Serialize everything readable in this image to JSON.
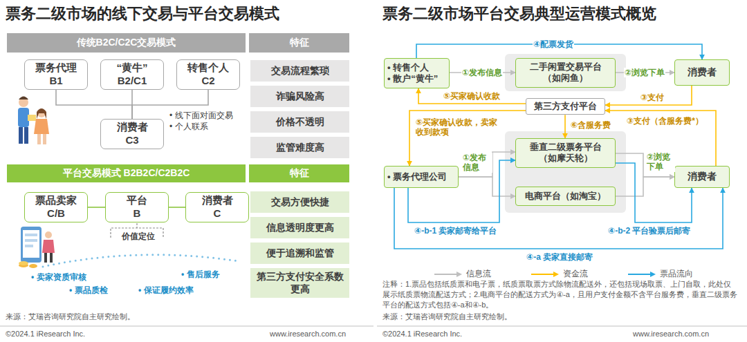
{
  "diagram": {
    "title": "票务二级市场的线下交易与平台交易模式",
    "nodes": [
      {
        "text": [
          "传统B2C/C2C交易模式"
        ]
      },
      {
        "text": [
          "特征"
        ]
      },
      {
        "text": [
          "票务代理",
          "B1"
        ]
      },
      {
        "text": [
          "“黄牛”",
          "B2/C1"
        ]
      },
      {
        "text": [
          "转售个人",
          "C2"
        ]
      },
      {
        "text": [
          "消费者",
          "C3"
        ]
      },
      {
        "text": [
          "交易流程繁琐"
        ]
      },
      {
        "text": [
          "诈骗风险高"
        ]
      },
      {
        "text": [
          "价格不透明"
        ]
      },
      {
        "text": [
          "监管难度高"
        ]
      },
      {
        "text": [
          "平台交易模式 B2B2C/C2B2C"
        ]
      },
      {
        "text": [
          "特征"
        ]
      },
      {
        "text": [
          "票品卖家",
          "C/B"
        ]
      },
      {
        "text": [
          "平台",
          "B"
        ]
      },
      {
        "text": [
          "消费者",
          "C"
        ]
      },
      {
        "text": [
          "交易方便快捷"
        ]
      },
      {
        "text": [
          "信息透明度更高"
        ]
      },
      {
        "text": [
          "便于追溯和监管"
        ]
      },
      {
        "text": [
          "第三方支付安全系数更高"
        ]
      },
      {
        "text": [
          "• 转售个人",
          "• 散户“黄牛”"
        ]
      },
      {
        "text": [
          "二手闲置交易平台（如闲鱼）"
        ]
      },
      {
        "text": [
          "消费者"
        ]
      },
      {
        "text": [
          "第三方支付平台"
        ]
      },
      {
        "text": [
          "• 票务代理公司"
        ]
      },
      {
        "text": [
          "垂直二级票务平台（如摩天轮）"
        ]
      },
      {
        "text": [
          "电商平台（如淘宝）"
        ]
      },
      {
        "text": [
          "消费者"
        ]
      }
    ],
    "edges": [
      {
        "from": 2,
        "to": 5,
        "arrow": "none"
      },
      {
        "from": 3,
        "to": 5,
        "arrow": "none"
      },
      {
        "from": 4,
        "to": 5,
        "arrow": "none"
      },
      {
        "from": 12,
        "to": 13,
        "arrow": "none"
      },
      {
        "from": 13,
        "to": 14,
        "arrow": "none"
      },
      {
        "from": 19,
        "to": 20,
        "label": "①发布信息",
        "arrow": "to"
      },
      {
        "from": 20,
        "to": 21,
        "label": "②浏览下单",
        "arrow": "to"
      },
      {
        "from": 21,
        "to": 22,
        "label": "③支付",
        "arrow": "to"
      },
      {
        "from": 22,
        "to": 19,
        "label": "⑤买家确认收款",
        "arrow": "to"
      },
      {
        "from": 19,
        "to": 21,
        "label": "④配票发货",
        "arrow": "to"
      },
      {
        "from": 22,
        "to": 23,
        "label": "⑤买家确认收款，卖家收到款项",
        "arrow": "to"
      },
      {
        "from": 22,
        "to": 24,
        "label": "⑥含服务费",
        "arrow": "to"
      },
      {
        "from": 26,
        "to": 22,
        "label": "③支付（含服务费*）",
        "arrow": "to"
      },
      {
        "from": 23,
        "to": 24,
        "label": "①发布信息",
        "arrow": "to"
      },
      {
        "from": 23,
        "to": 25,
        "arrow": "to"
      },
      {
        "from": 24,
        "to": 26,
        "label": "②浏览下单",
        "arrow": "to"
      },
      {
        "from": 25,
        "to": 26,
        "arrow": "to"
      },
      {
        "from": 23,
        "to": 24,
        "label": "④-b-1 卖家邮寄给平台",
        "arrow": "to"
      },
      {
        "from": 24,
        "to": 26,
        "label": "④-b-2 平台验票后邮寄",
        "arrow": "to"
      },
      {
        "from": 23,
        "to": 26,
        "label": "④-a 卖家直接邮寄",
        "arrow": "to"
      }
    ],
    "labels": [
      "票务二级市场平台交易典型运营模式概览",
      "• 线下面对面交易",
      "• 个人联系",
      "价值定位",
      "• 卖家资质审核",
      "• 售后服务",
      "• 票品质检",
      "• 保证履约效率",
      "来源：艾瑞咨询研究院自主研究绘制。",
      "©2024.1 iResearch Inc.",
      "www.iresearch.com.cn",
      "注释：1.票品包括纸质票和电子票，纸质票取票方式除物流配送外，还包括现场取票、上门自取，此处仅展示纸质票物流配送方式；2.电商平台的配送方式为④-a，且用户支付金额不含平台服务费，垂直二级票务平台的配送方式包括④-a和④-b。",
      "来源：艾瑞咨询研究院自主研究绘制。",
      "©2024.1 iResearch Inc.",
      "www.iresearch.com.cn"
    ],
    "legend": [
      {
        "text": "信息流"
      },
      {
        "text": "资金流"
      },
      {
        "text": "票品流向"
      }
    ]
  }
}
